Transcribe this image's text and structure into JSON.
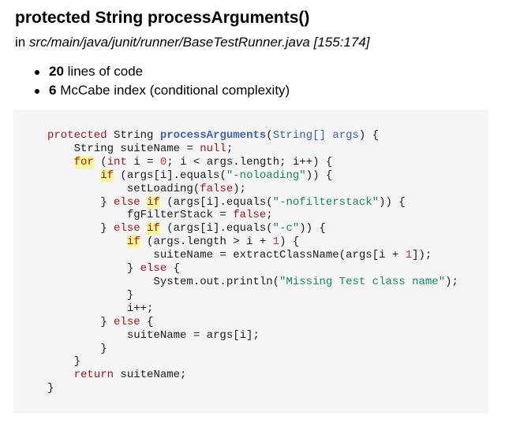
{
  "title": "protected String processArguments()",
  "location": {
    "prefix": "in",
    "path": "src/main/java/junit/runner/BaseTestRunner.java",
    "range": "[155:174]"
  },
  "metrics": [
    {
      "value": "20",
      "label": "lines of code"
    },
    {
      "value": "6",
      "label": "McCabe index (conditional complexity)"
    }
  ],
  "code": {
    "kw_protected": "protected",
    "type_string": "String",
    "method_name": "processArguments",
    "param_type": "String[]",
    "param_name": "args",
    "kw_null": "null",
    "kw_for": "for",
    "kw_int": "int",
    "kw_if": "if",
    "kw_else": "else",
    "kw_false": "false",
    "kw_return": "return",
    "num_0": "0",
    "num_1": "1",
    "str_noloading": "\"-noloading\"",
    "str_nofilterstack": "\"-nofilterstack\"",
    "str_c": "\"-c\"",
    "str_missing": "\"Missing Test class name\""
  },
  "highlight_color": "#fdf59a"
}
